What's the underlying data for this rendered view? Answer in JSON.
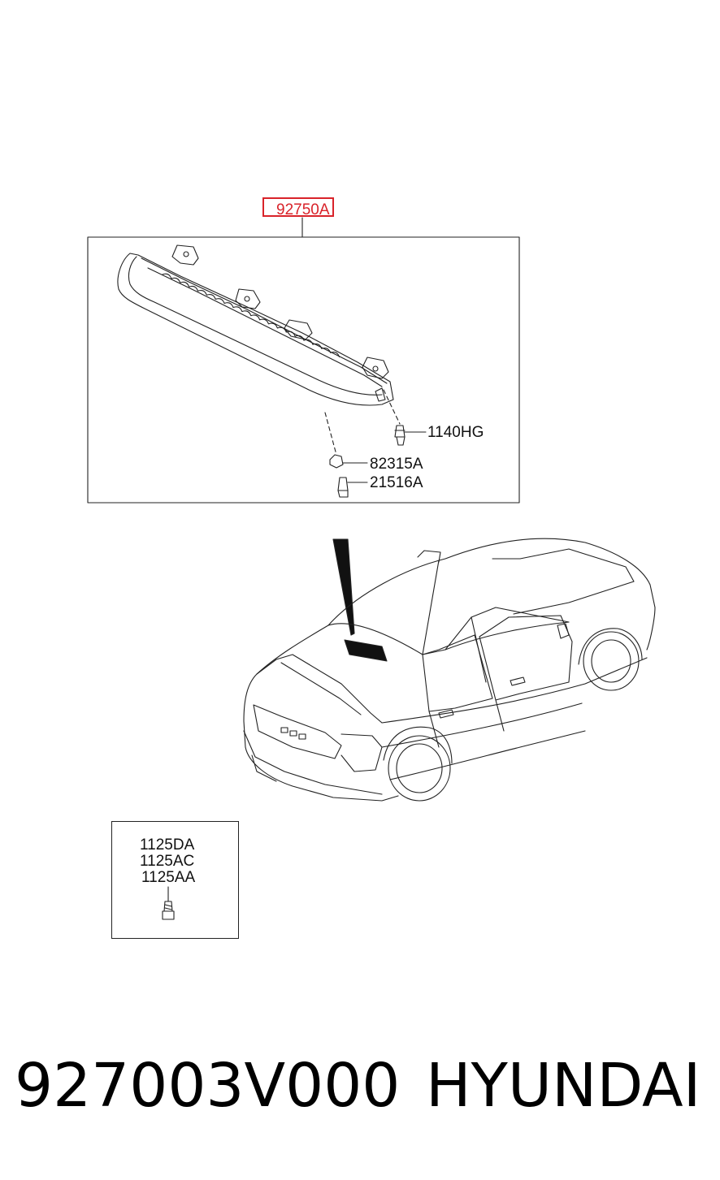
{
  "callout": {
    "part_number": "92750A"
  },
  "detail_labels": {
    "screw": "1140HG",
    "nut": "82315A",
    "bolt": "21516A"
  },
  "small_box": {
    "lines": [
      "1125DA",
      "1125AC",
      "1125AA"
    ]
  },
  "footer": {
    "part_code": "927003V000",
    "brand": "HYUNDAI"
  },
  "colors": {
    "callout": "#d9232a",
    "line": "#222222"
  }
}
